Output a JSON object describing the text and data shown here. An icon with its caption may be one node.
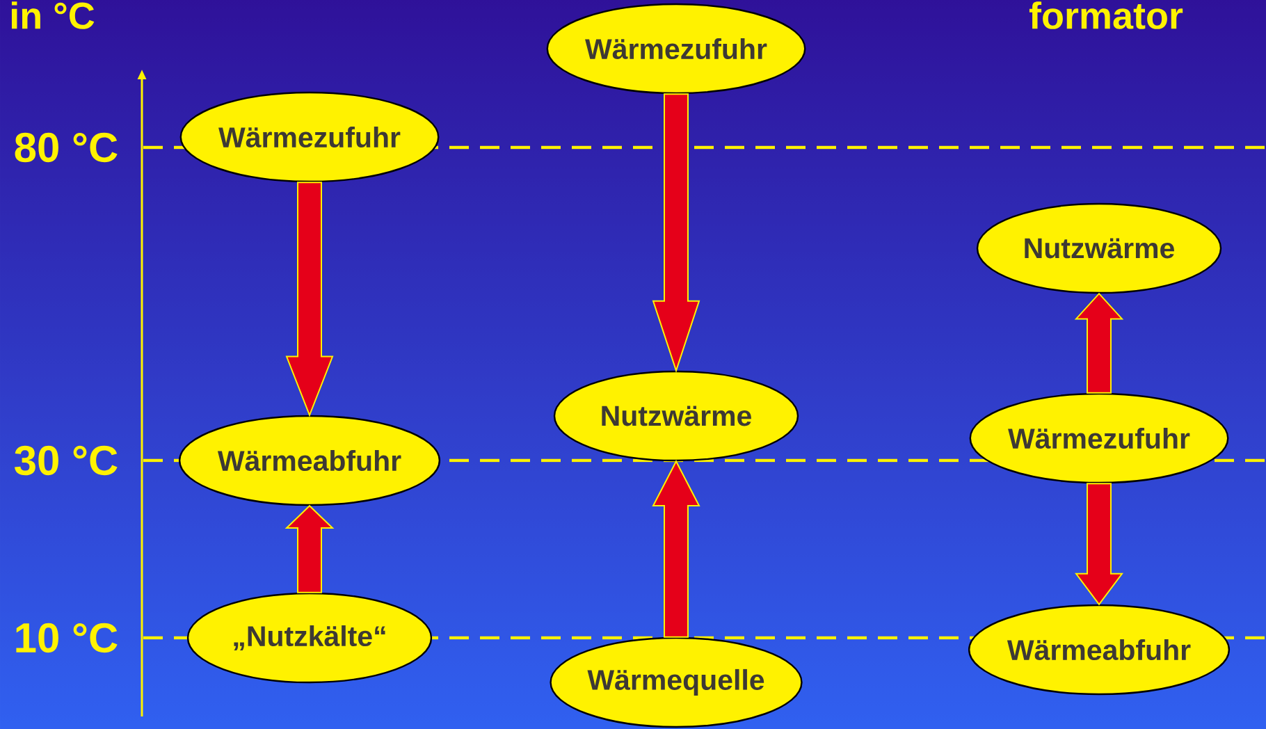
{
  "diagram": {
    "nodes": [
      {
        "text": [
          "Wärmezufuhr"
        ]
      },
      {
        "text": [
          "Wärmeabfuhr"
        ]
      },
      {
        "text": [
          "„Nutzkälte“"
        ]
      },
      {
        "text": [
          "Wärmezufuhr"
        ]
      },
      {
        "text": [
          "Nutzwärme"
        ]
      },
      {
        "text": [
          "Wärmequelle"
        ]
      },
      {
        "text": [
          "Nutzwärme"
        ]
      },
      {
        "text": [
          "Wärmezufuhr"
        ]
      },
      {
        "text": [
          "Wärmeabfuhr"
        ]
      }
    ],
    "edges": [
      {
        "from": 0,
        "to": 1,
        "arrow": "to"
      },
      {
        "from": 2,
        "to": 1,
        "arrow": "to"
      },
      {
        "from": 3,
        "to": 4,
        "arrow": "to"
      },
      {
        "from": 5,
        "to": 4,
        "arrow": "to"
      },
      {
        "from": 7,
        "to": 6,
        "arrow": "to"
      },
      {
        "from": 7,
        "to": 8,
        "arrow": "to"
      }
    ],
    "labels": [
      "in °C",
      "formator",
      "80 °C",
      "30 °C",
      "10 °C"
    ]
  }
}
